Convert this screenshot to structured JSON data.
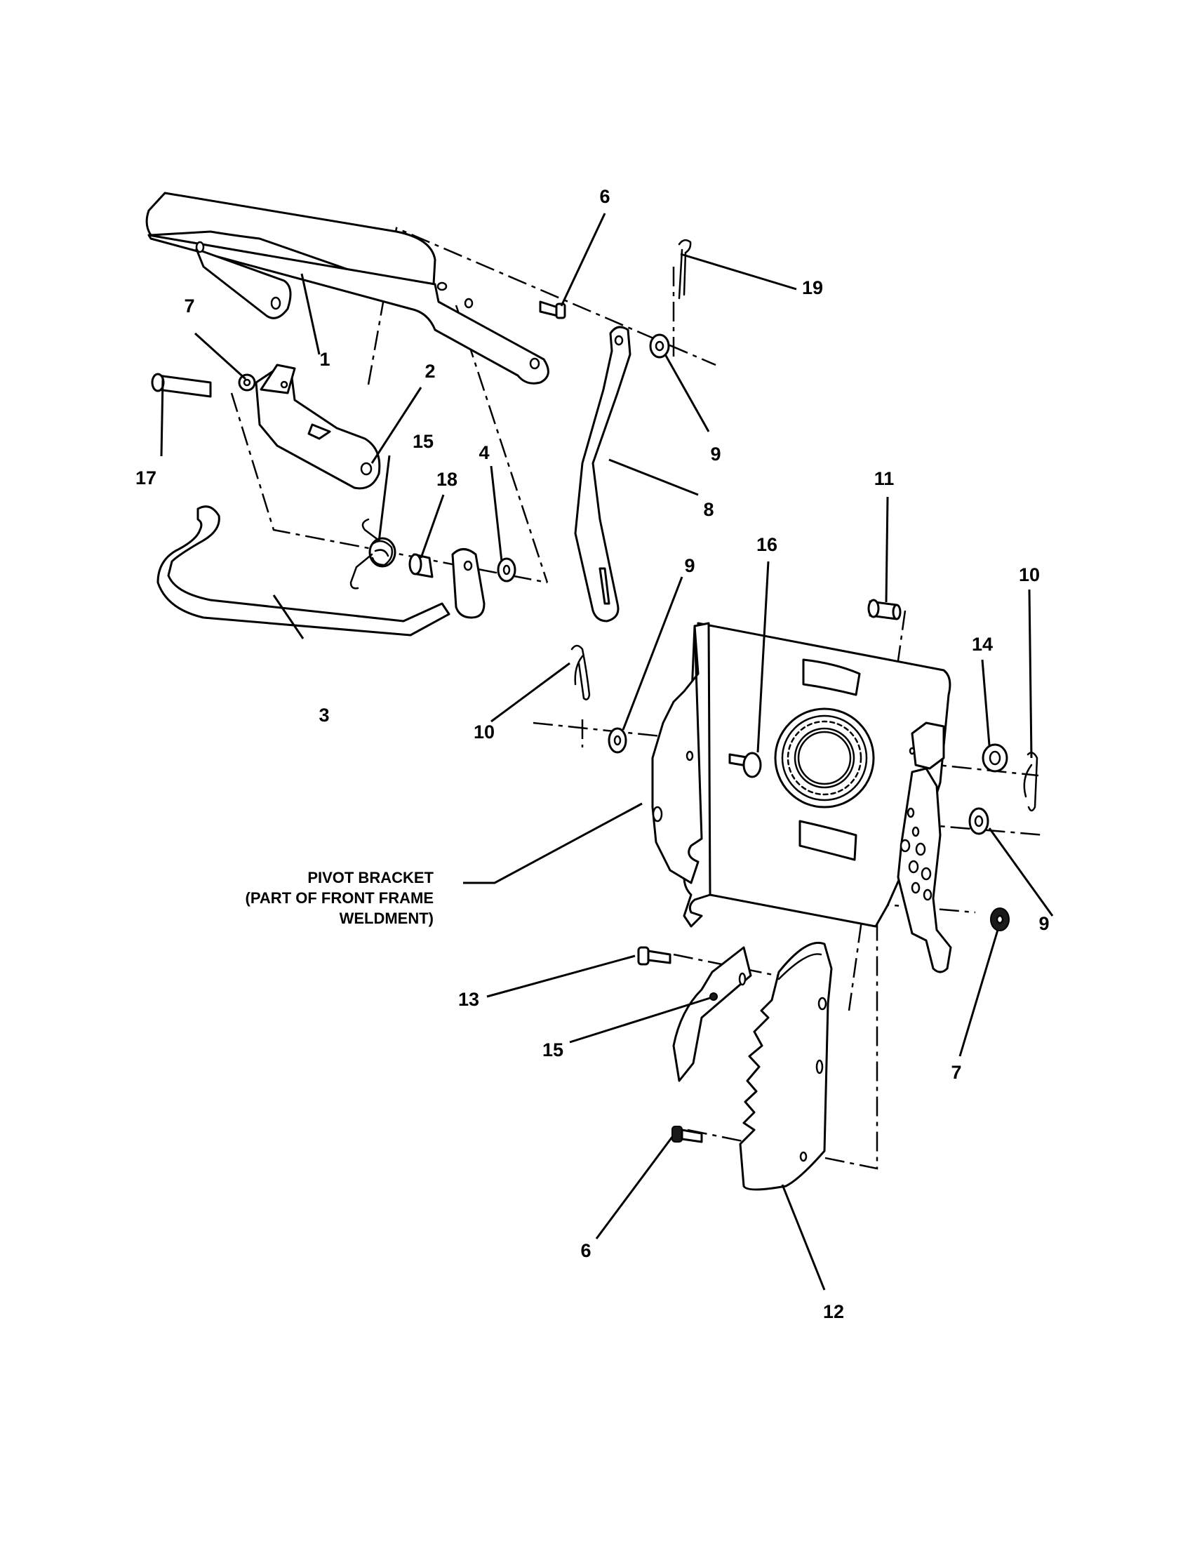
{
  "callouts": [
    "1",
    "2",
    "3",
    "4",
    "6",
    "6",
    "7",
    "7",
    "8",
    "9",
    "9",
    "9",
    "10",
    "10",
    "11",
    "12",
    "13",
    "14",
    "15",
    "15",
    "16",
    "17",
    "18",
    "19"
  ],
  "caption": {
    "line1": "PIVOT BRACKET",
    "line2": "(PART OF FRONT FRAME",
    "line3": "WELDMENT)"
  }
}
